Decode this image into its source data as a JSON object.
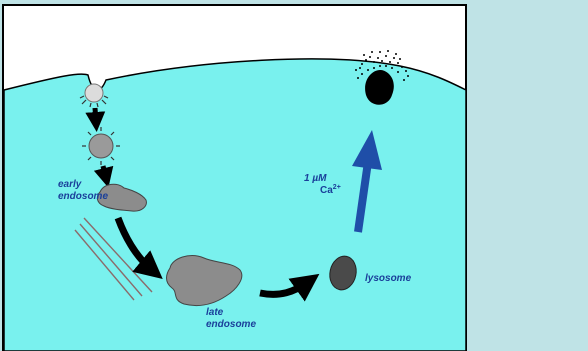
{
  "diagram": {
    "labels": {
      "early_endosome_line1": "early",
      "early_endosome_line2": "endosome",
      "late_endosome_line1": "late",
      "late_endosome_line2": "endosome",
      "lysosome": "lysosome",
      "calcium_concentration": "1 µM",
      "calcium_ion": "Ca",
      "calcium_charge": "2+"
    },
    "colors": {
      "outer_background": "#bfe3e6",
      "panel_background": "#ffffff",
      "cell_cytoplasm": "#79f1ee",
      "vesicle_gray": "#8c8c8c",
      "lysosome_dark": "#4a4a4a",
      "label_blue": "#1a3f9a",
      "upward_arrow_blue": "#1f4ea8",
      "black_arrows": "#000000"
    }
  }
}
